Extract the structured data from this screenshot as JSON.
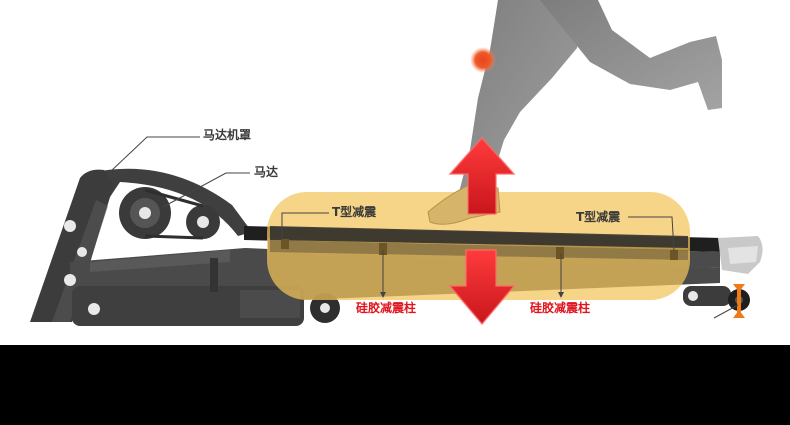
{
  "labels": {
    "motor_cover": "马达机罩",
    "motor": "马达",
    "t_damper_left": "T型减震",
    "t_damper_right": "T型减震",
    "silicone_column_left": "硅胶减震柱",
    "silicone_column_right": "硅胶减震柱"
  },
  "colors": {
    "frame": "#3f3f3f",
    "highlight_zone": "#f2c35a",
    "arrow_red": "#e8262b",
    "label_red": "#e0141c",
    "runner": "#8a8a8a",
    "knee_dot": "#e8431d"
  }
}
